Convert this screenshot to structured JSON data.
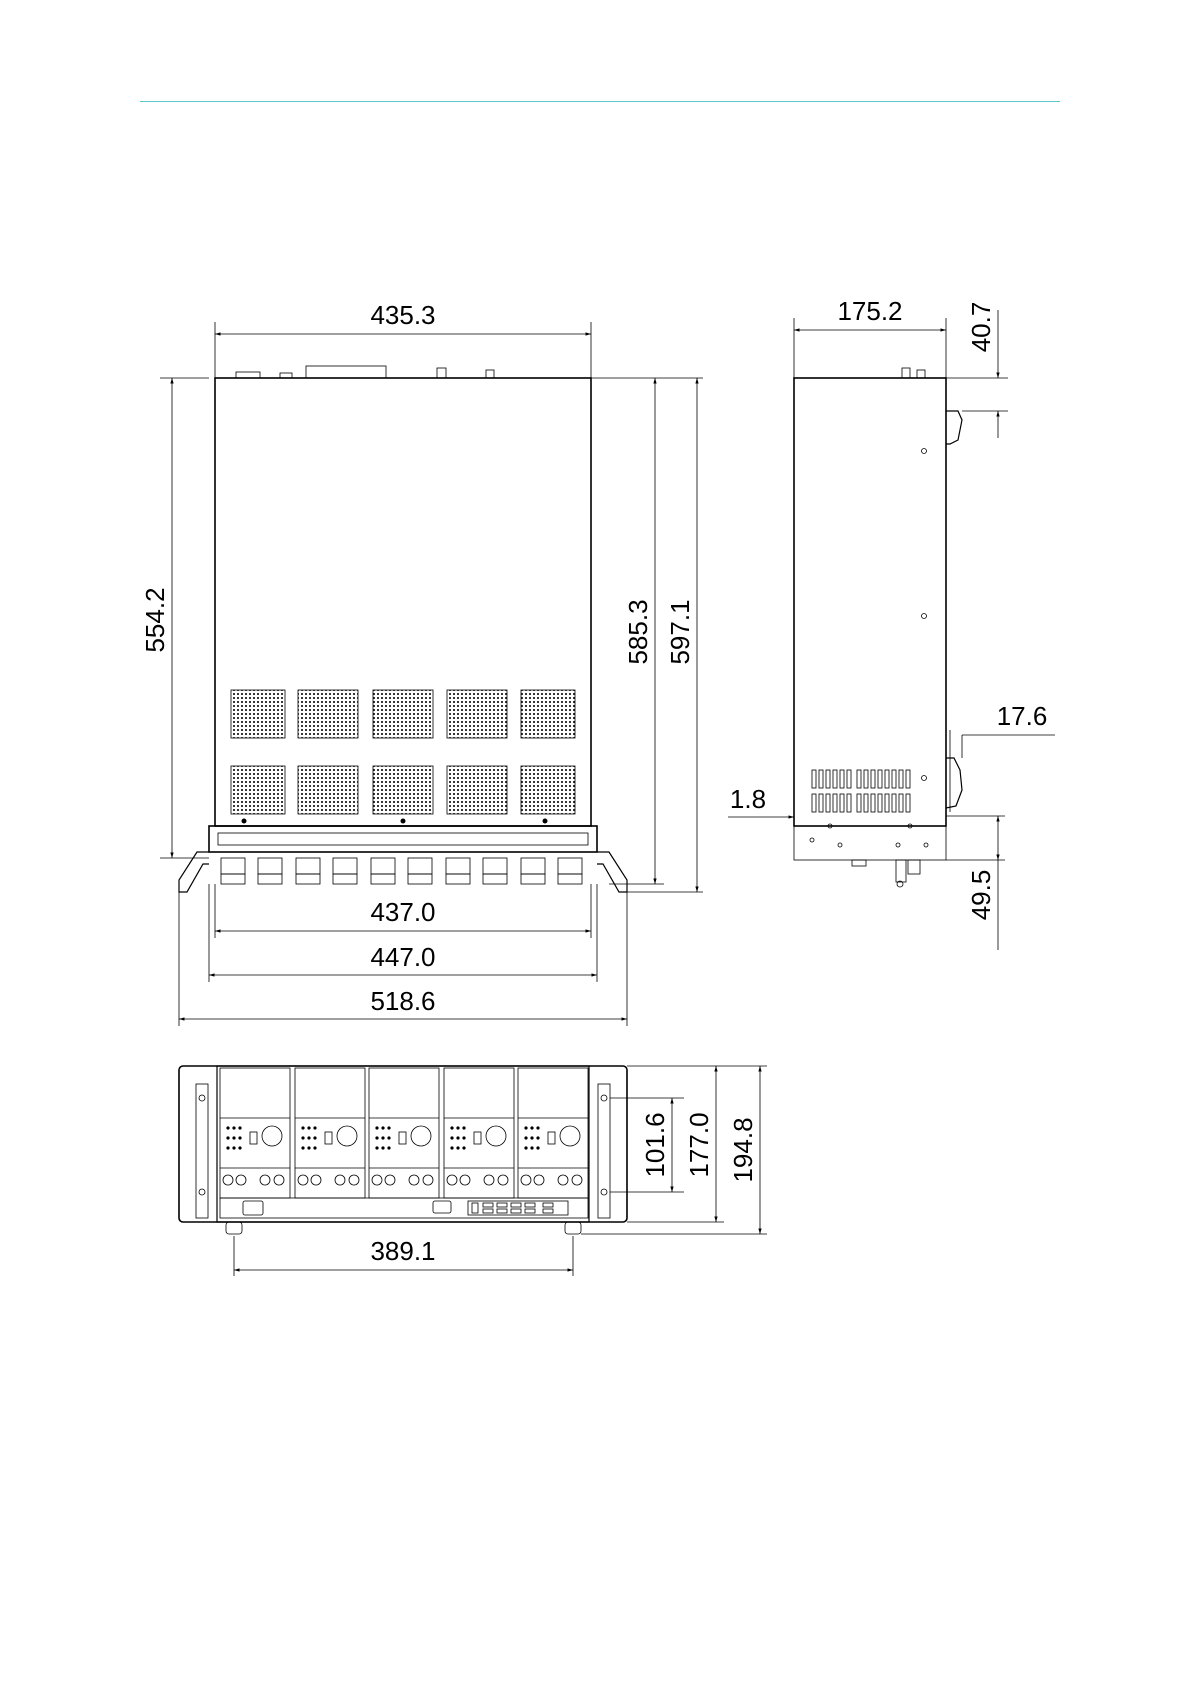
{
  "header": {
    "rule_color": "#5fc8c8"
  },
  "top_view": {
    "width_top": "435.3",
    "height_left": "554.2",
    "height_inner": "585.3",
    "height_outer": "597.1",
    "width_437": "437.0",
    "width_447": "447.0",
    "width_518": "518.6"
  },
  "side_view": {
    "depth_top": "175.2",
    "handle_top": "40.7",
    "handle_offset": "17.6",
    "lip": "1.8",
    "foot": "49.5"
  },
  "front_view": {
    "foot_spacing": "389.1",
    "hole_spacing": "101.6",
    "panel_height": "177.0",
    "total_height": "194.8"
  }
}
